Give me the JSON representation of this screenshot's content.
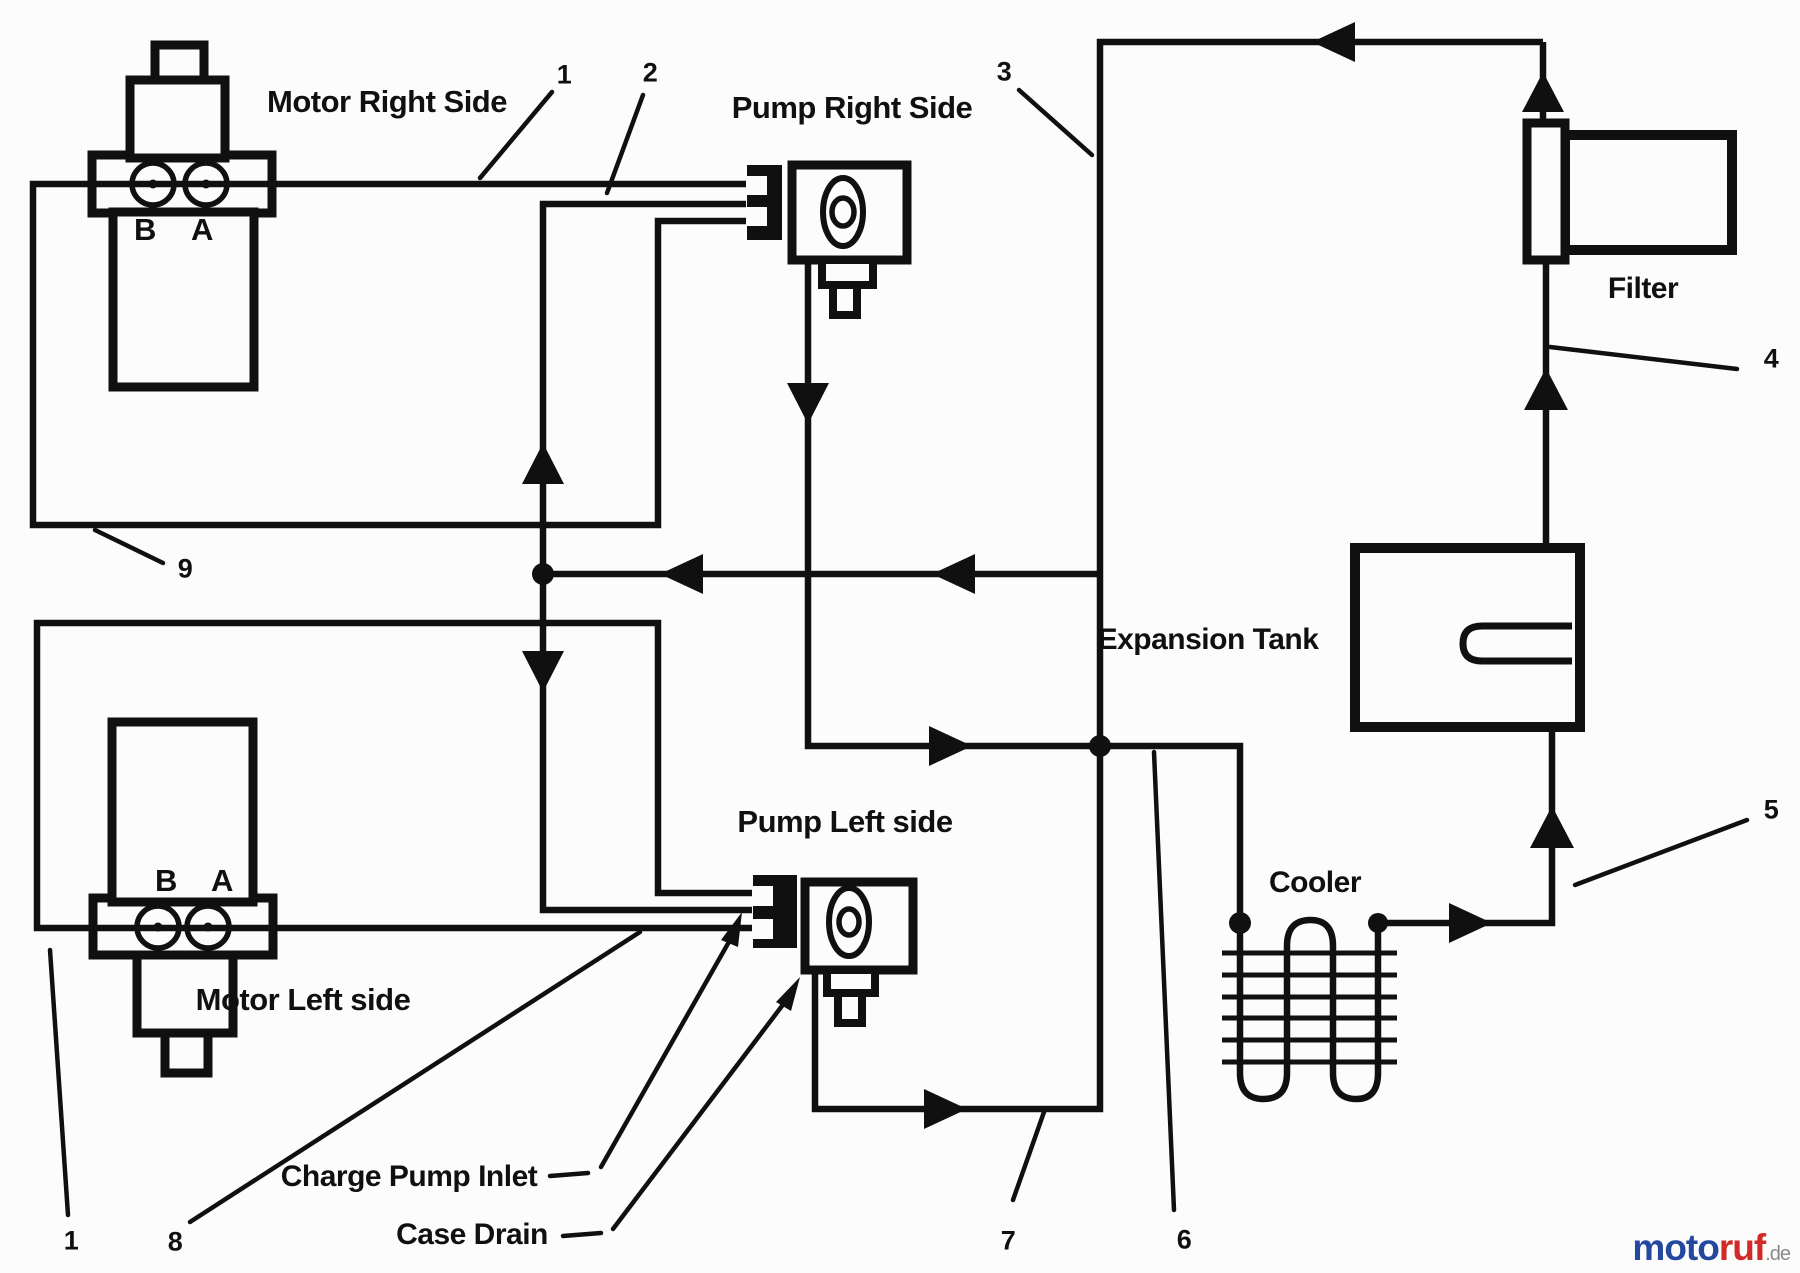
{
  "diagram": {
    "labels": {
      "motor_right": "Motor Right Side",
      "pump_right": "Pump Right Side",
      "filter": "Filter",
      "expansion_tank": "Expansion Tank",
      "cooler": "Cooler",
      "motor_left": "Motor Left side",
      "pump_left": "Pump Left side",
      "charge_pump_inlet": "Charge Pump Inlet",
      "case_drain": "Case Drain"
    },
    "ports": {
      "right_b": "B",
      "right_a": "A",
      "left_b": "B",
      "left_a": "A"
    },
    "callouts": {
      "c1_top": "1",
      "c2": "2",
      "c3": "3",
      "c4": "4",
      "c5": "5",
      "c6": "6",
      "c7": "7",
      "c8": "8",
      "c9": "9",
      "c1_bottom": "1"
    },
    "colors": {
      "ink": "#101010",
      "background": "#fcfcfc",
      "watermark_blue": "#23489e",
      "watermark_red": "#d22b27",
      "watermark_gray": "#8a8a8a"
    }
  },
  "watermark": {
    "part1": "moto",
    "part2": "ruf",
    "suffix": ".de"
  }
}
